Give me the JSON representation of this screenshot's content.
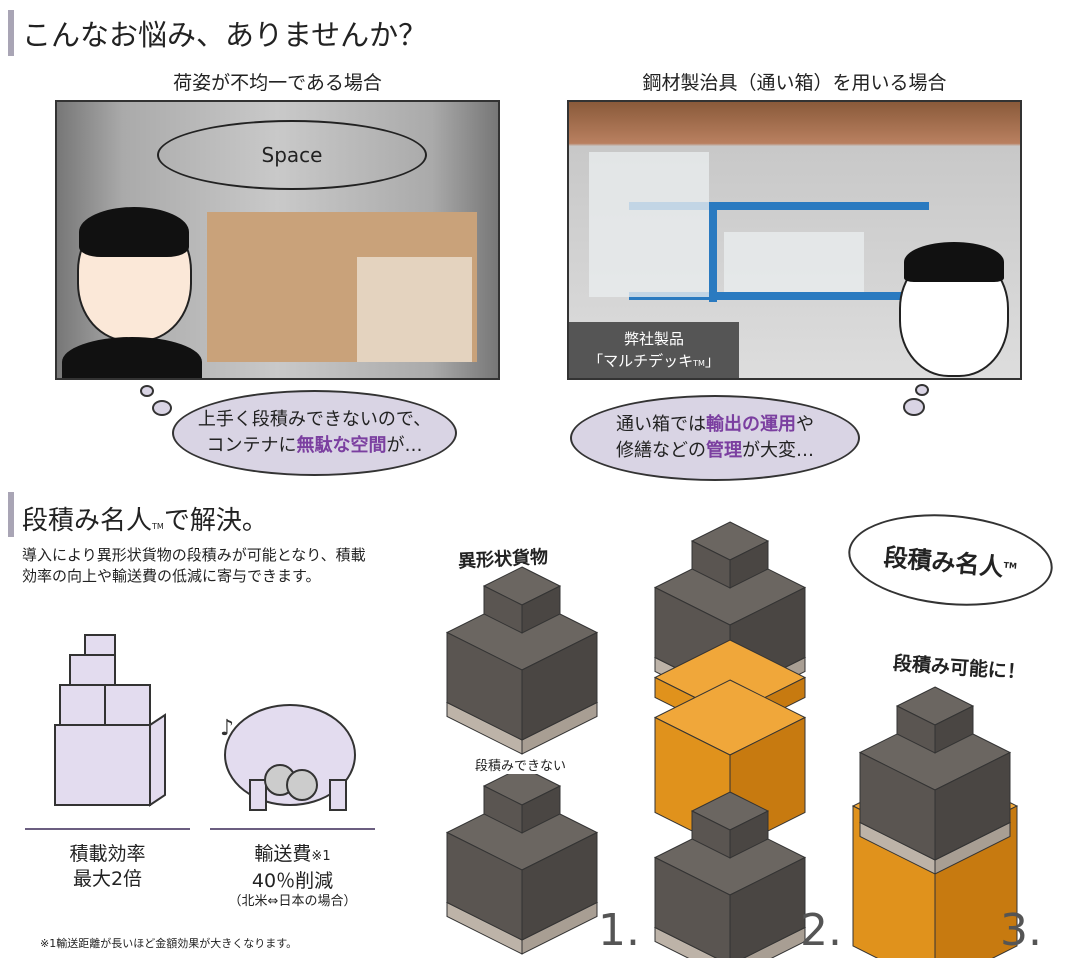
{
  "section1": {
    "title": "こんなお悩み、ありませんか？",
    "left": {
      "caption": "荷姿が不均一である場合",
      "space_label": "Space",
      "bubble_line1": "上手く段積みできないので、",
      "bubble_line2_pre": "コンテナに",
      "bubble_line2_hl": "無駄な空間",
      "bubble_line2_post": "が…"
    },
    "right": {
      "caption": "鋼材製治具（通い箱）を用いる場合",
      "product_line1": "弊社製品",
      "product_line2": "「マルチデッキ",
      "product_tm": "TM",
      "product_close": "」",
      "bubble_line1_pre": "通い箱では",
      "bubble_line1_hl": "輸出の運用",
      "bubble_line1_post": "や",
      "bubble_line2_pre": "修繕などの",
      "bubble_line2_hl": "管理",
      "bubble_line2_post": "が大変…"
    }
  },
  "section2": {
    "title_pre": "段積み名人",
    "title_tm": "TM",
    "title_post": "で解決。",
    "desc_line1": "導入により異形状貨物の段積みが可能となり、積載",
    "desc_line2": "効率の向上や輸送費の低減に寄与できます。",
    "benefit1_line1": "積載効率",
    "benefit1_line2": "最大2倍",
    "benefit2_line1": "輸送費",
    "benefit2_note_mark": "※1",
    "benefit2_line2": "40％削減",
    "benefit2_line3": "（北米⇔日本の場合）",
    "footnote": "※1輸送距離が長いほど金額効果が大きくなります。",
    "irregular_label": "異形状貨物",
    "cannot_stack": "段積みできない",
    "brand_bubble": "段積み名人",
    "brand_tm": "TM",
    "can_stack": "段積み可能に！",
    "steps": [
      "1.",
      "2.",
      "3."
    ]
  },
  "colors": {
    "accent": "#7b3fa0",
    "bubble": "#d9d4e4",
    "orange": "#e0921c",
    "box": "#5e5955"
  }
}
